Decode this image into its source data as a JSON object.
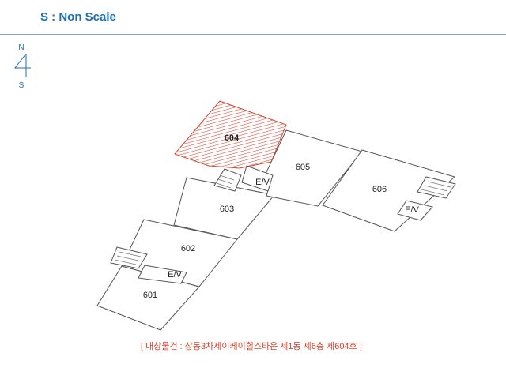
{
  "header": {
    "scale_note": "S : Non Scale"
  },
  "compass": {
    "north": "N",
    "south": "S"
  },
  "units": {
    "u601": "601",
    "u602": "602",
    "u603": "603",
    "u604": "604",
    "u605": "605",
    "u606": "606"
  },
  "elevators": {
    "label": "E/V"
  },
  "caption": "[ 대상물건 : 상동3차제이케이힐스타운 제1동 제6층 제604호 ]",
  "colors": {
    "accent": "#1f6fb2",
    "target_hatch": "#d4432e",
    "caption": "#d4432e",
    "outline": "#555555"
  }
}
